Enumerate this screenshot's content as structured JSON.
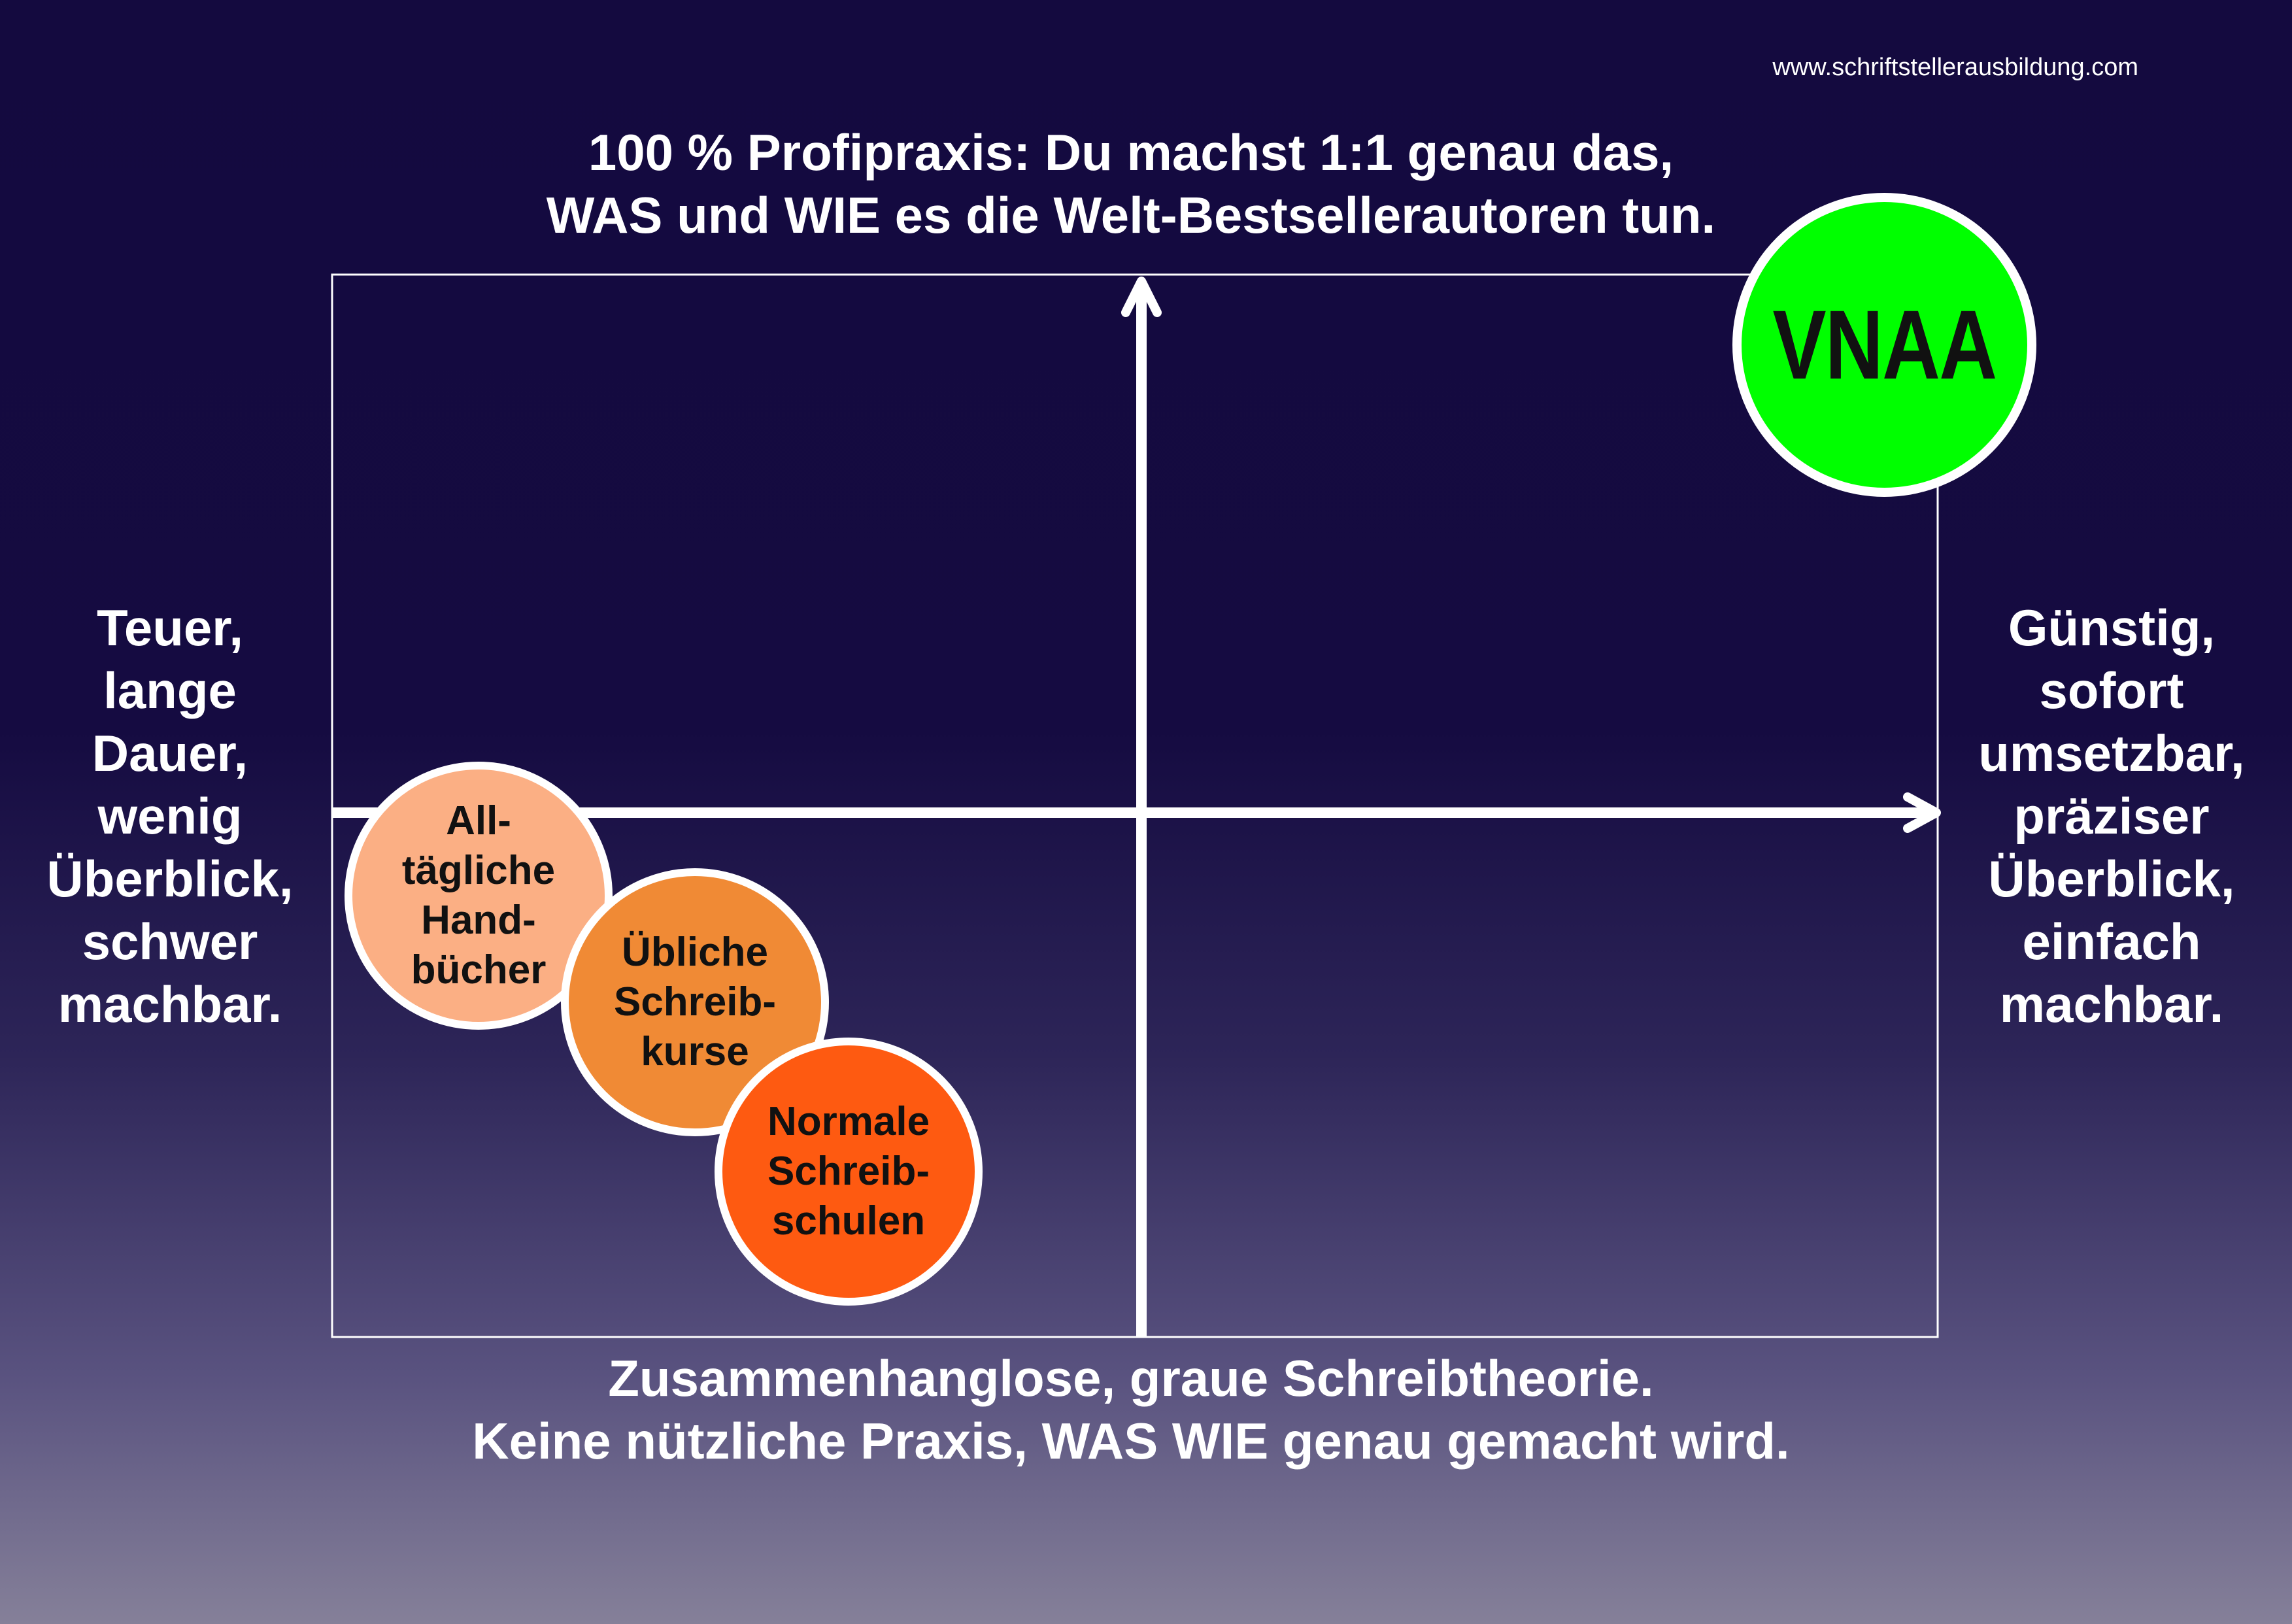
{
  "website": "www.schriftstellerausbildung.com",
  "axis_top": [
    "100 % Profipraxis: Du machst 1:1 genau das,",
    "WAS und WIE es die Welt-Bestsellerautoren tun."
  ],
  "axis_bottom": [
    "Zusammenhanglose, graue Schreibtheorie.",
    "Keine nützliche Praxis, WAS WIE genau gemacht wird."
  ],
  "axis_left": [
    "Teuer,",
    "lange",
    "Dauer,",
    "wenig",
    "Überblick,",
    "schwer",
    "machbar."
  ],
  "axis_right": [
    "Günstig,",
    "sofort",
    "umsetzbar,",
    "präziser",
    "Überblick,",
    "einfach",
    "machbar."
  ],
  "highlight": {
    "label": "VNAA",
    "color": "#00ff00"
  },
  "bubbles": [
    {
      "lines": [
        "All-",
        "tägliche",
        "Hand-",
        "bücher"
      ],
      "color": "#fbaf84"
    },
    {
      "lines": [
        "Übliche",
        "Schreib-",
        "kurse"
      ],
      "color": "#f08a35"
    },
    {
      "lines": [
        "Normale",
        "Schreib-",
        "schulen"
      ],
      "color": "#fe5a11"
    }
  ],
  "colors": {
    "background_top": "#140a3f",
    "background_bottom": "#858099",
    "lines": "#ffffff"
  }
}
